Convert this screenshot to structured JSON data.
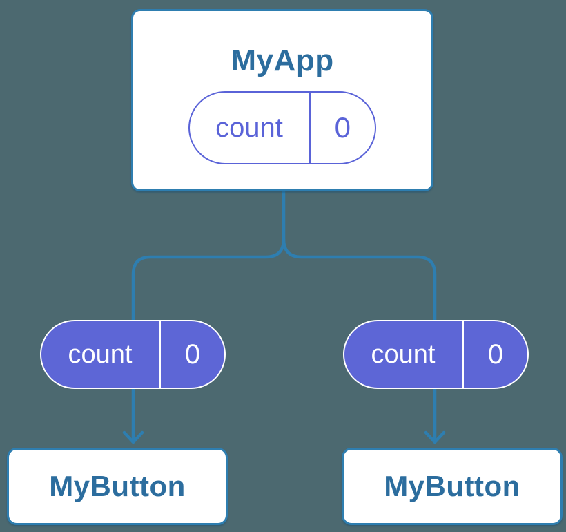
{
  "diagram": {
    "colors": {
      "background": "#4C6970",
      "wire": "#2E7EB0",
      "card_fill": "#FFFFFF",
      "card_border": "#2E7EB0",
      "title_text": "#2C6D9E",
      "state_accent": "#5A63D8",
      "prop_fill": "#5D66D6",
      "prop_text": "#FFFFFF"
    },
    "root": {
      "title": "MyApp",
      "state": {
        "name": "count",
        "value": "0"
      }
    },
    "children": [
      {
        "title": "MyButton",
        "prop": {
          "name": "count",
          "value": "0"
        }
      },
      {
        "title": "MyButton",
        "prop": {
          "name": "count",
          "value": "0"
        }
      }
    ]
  }
}
